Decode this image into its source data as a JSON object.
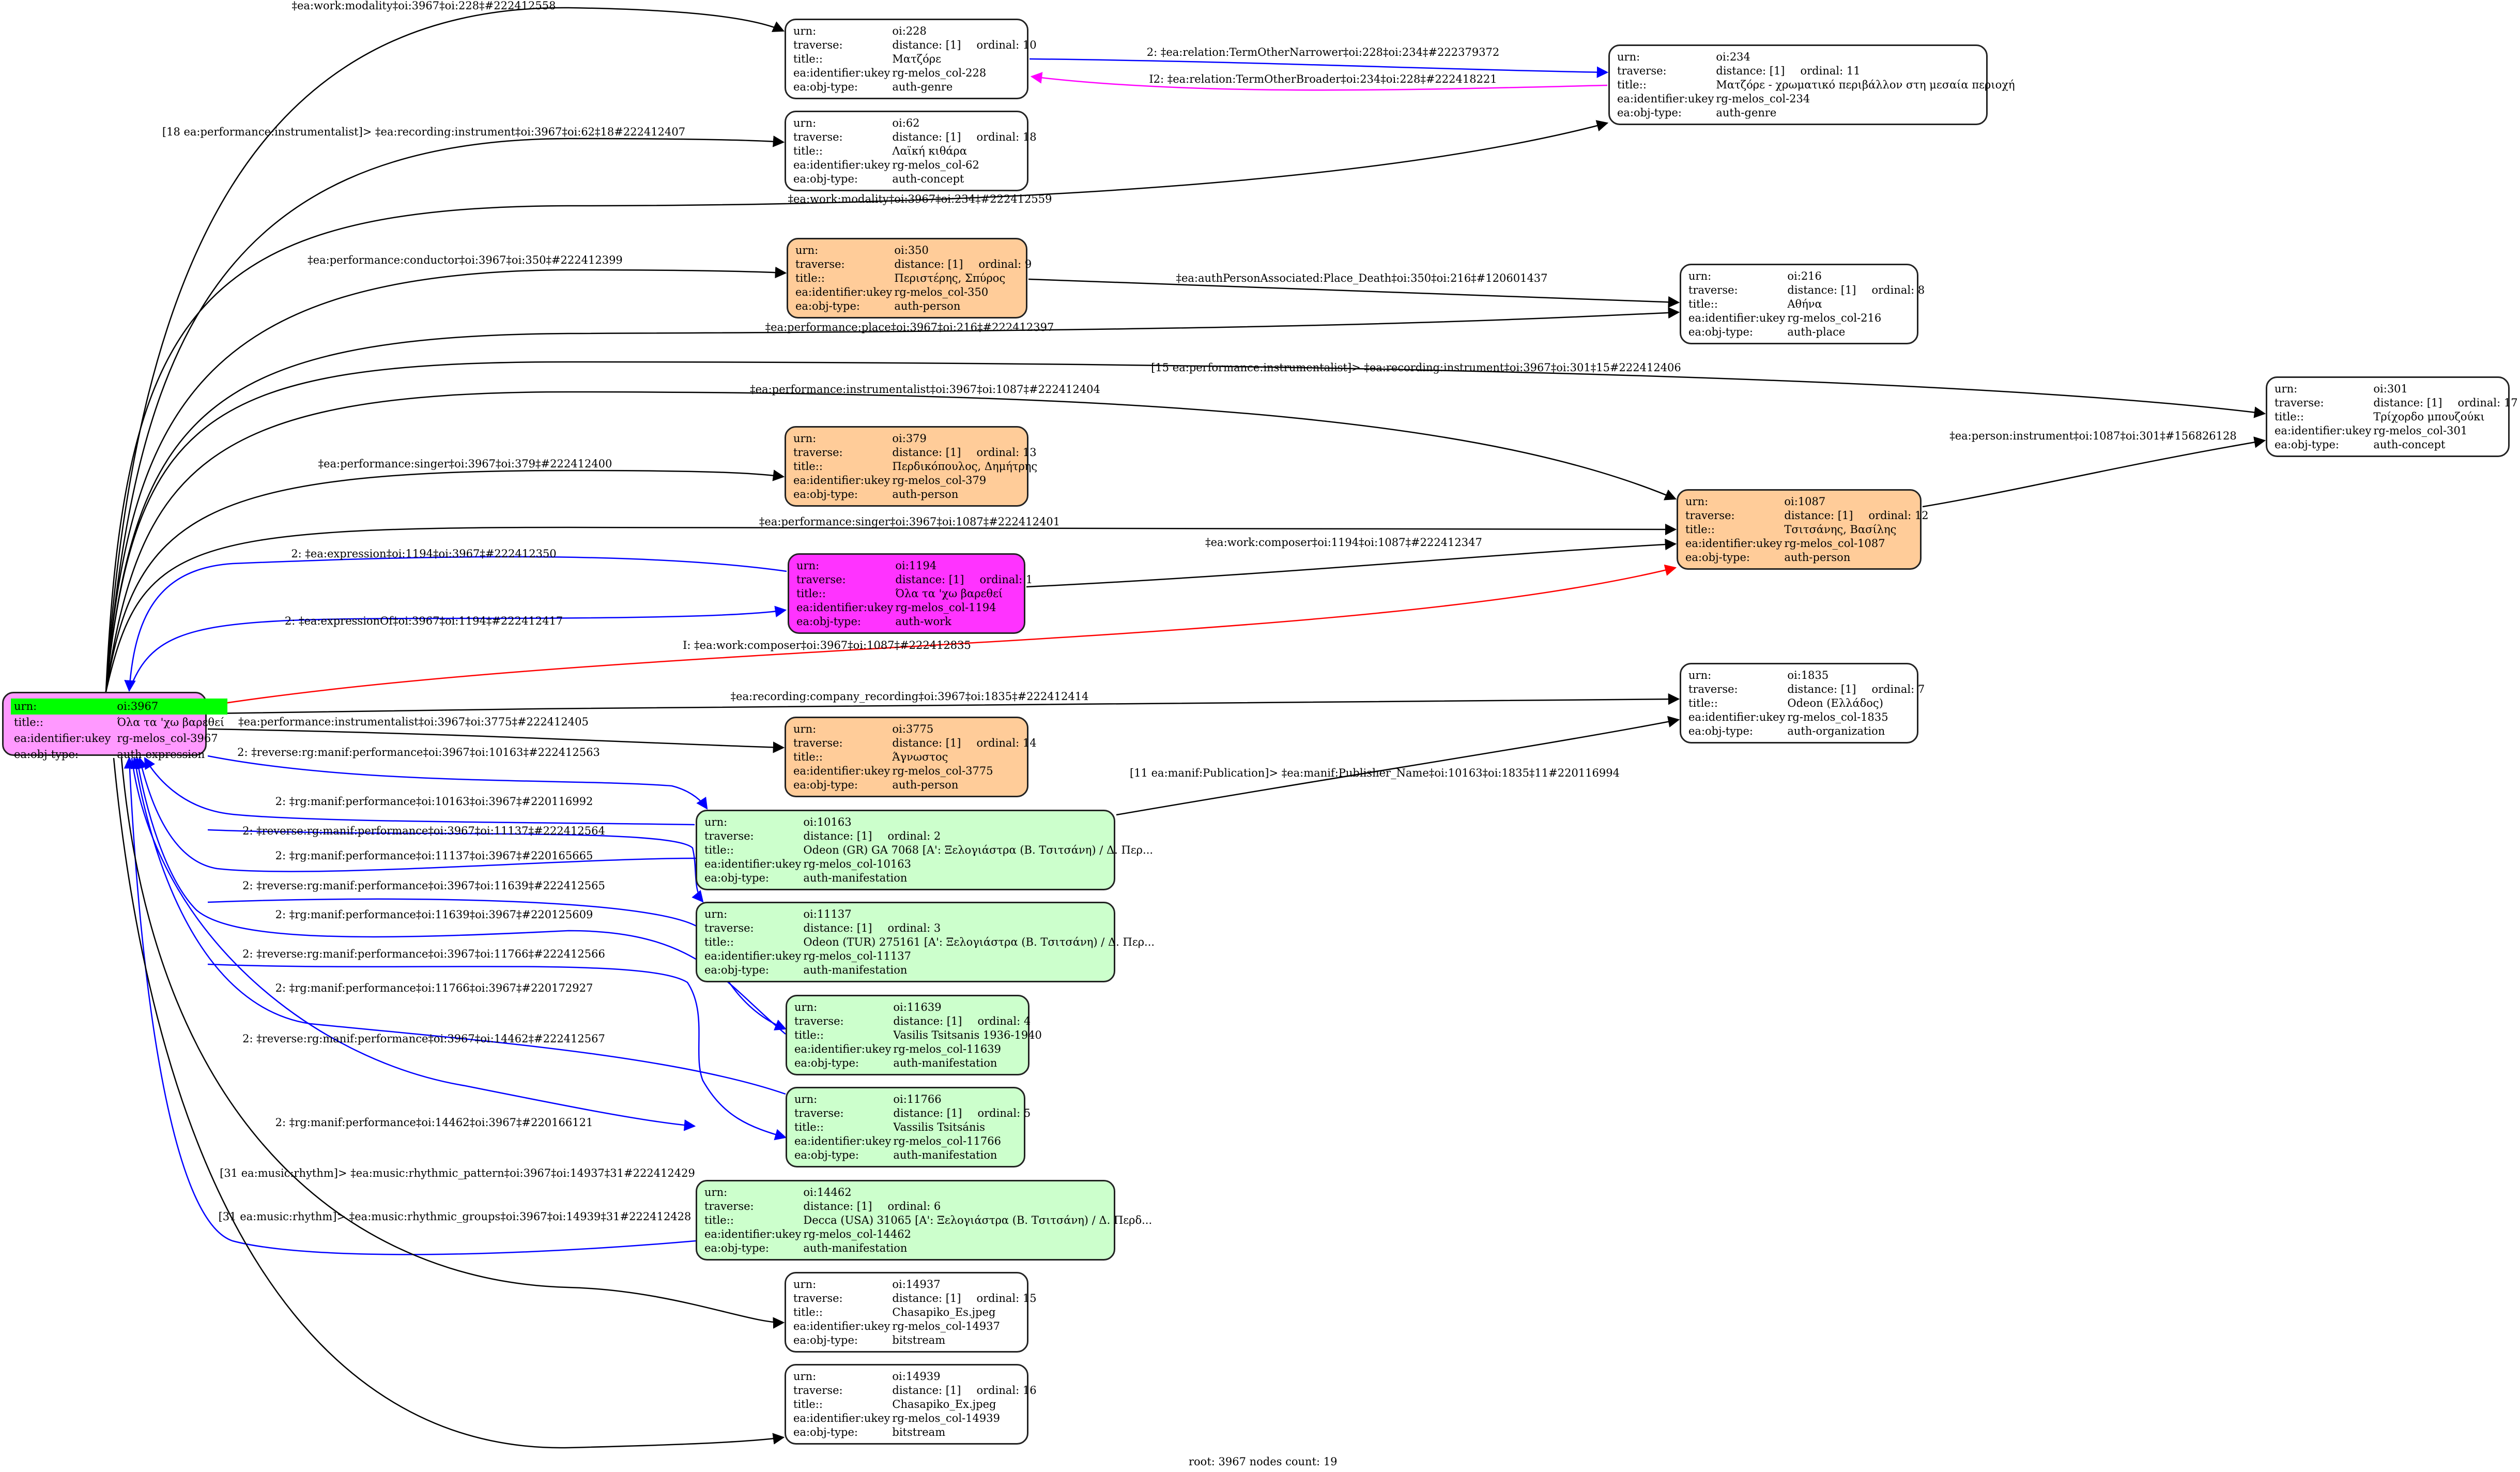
{
  "graph": {
    "footer": "root: 3967 nodes count: 19",
    "field_labels": {
      "urn": "urn:",
      "traverse": "traverse:",
      "title": "title::",
      "ukey": "ea:identifier:ukey",
      "objtype": "ea:obj-type:"
    },
    "colors": {
      "root": "#ff99ff",
      "root_highlight": "#00ff00",
      "work": "#ff33ff",
      "person": "#ffcc99",
      "manifestation": "#ccffcc",
      "default": "#ffffff",
      "edge_default": "#000000",
      "edge_reverse": "#0000ff",
      "edge_inverse": "#ff00ff",
      "edge_composer": "#ff0000"
    },
    "root": {
      "urn": "oi:3967",
      "title": "Όλα τα 'χω βαρεθεί",
      "ukey": "rg-melos_col-3967",
      "objtype": "auth-expression"
    },
    "nodes": [
      {
        "id": "228",
        "urn": "oi:228",
        "distance": "distance: [1]",
        "ordinal": "ordinal: 10",
        "title": "Ματζόρε",
        "ukey": "rg-melos_col-228",
        "objtype": "auth-genre"
      },
      {
        "id": "62",
        "urn": "oi:62",
        "distance": "distance: [1]",
        "ordinal": "ordinal: 18",
        "title": "Λαϊκή κιθάρα",
        "ukey": "rg-melos_col-62",
        "objtype": "auth-concept"
      },
      {
        "id": "234",
        "urn": "oi:234",
        "distance": "distance: [1]",
        "ordinal": "ordinal: 11",
        "title": "Ματζόρε - χρωματικό περιβάλλον στη μεσαία περιοχή",
        "ukey": "rg-melos_col-234",
        "objtype": "auth-genre"
      },
      {
        "id": "350",
        "urn": "oi:350",
        "distance": "distance: [1]",
        "ordinal": "ordinal: 9",
        "title": "Περιστέρης, Σπύρος",
        "ukey": "rg-melos_col-350",
        "objtype": "auth-person"
      },
      {
        "id": "216",
        "urn": "oi:216",
        "distance": "distance: [1]",
        "ordinal": "ordinal: 8",
        "title": "Αθήνα",
        "ukey": "rg-melos_col-216",
        "objtype": "auth-place"
      },
      {
        "id": "301",
        "urn": "oi:301",
        "distance": "distance: [1]",
        "ordinal": "ordinal: 17",
        "title": "Τρίχορδο μπουζούκι",
        "ukey": "rg-melos_col-301",
        "objtype": "auth-concept"
      },
      {
        "id": "379",
        "urn": "oi:379",
        "distance": "distance: [1]",
        "ordinal": "ordinal: 13",
        "title": "Περδικόπουλος, Δημήτρης",
        "ukey": "rg-melos_col-379",
        "objtype": "auth-person"
      },
      {
        "id": "1087",
        "urn": "oi:1087",
        "distance": "distance: [1]",
        "ordinal": "ordinal: 12",
        "title": "Τσιτσάνης, Βασίλης",
        "ukey": "rg-melos_col-1087",
        "objtype": "auth-person"
      },
      {
        "id": "1194",
        "urn": "oi:1194",
        "distance": "distance: [1]",
        "ordinal": "ordinal: 1",
        "title": "Όλα τα 'χω βαρεθεί",
        "ukey": "rg-melos_col-1194",
        "objtype": "auth-work"
      },
      {
        "id": "1835",
        "urn": "oi:1835",
        "distance": "distance: [1]",
        "ordinal": "ordinal: 7",
        "title": "Odeon (Ελλάδος)",
        "ukey": "rg-melos_col-1835",
        "objtype": "auth-organization"
      },
      {
        "id": "3775",
        "urn": "oi:3775",
        "distance": "distance: [1]",
        "ordinal": "ordinal: 14",
        "title": "Άγνωστος",
        "ukey": "rg-melos_col-3775",
        "objtype": "auth-person"
      },
      {
        "id": "10163",
        "urn": "oi:10163",
        "distance": "distance: [1]",
        "ordinal": "ordinal: 2",
        "title": "Odeon (GR) GA 7068 [A': Ξελογιάστρα (Β. Τσιτσάνη) / Δ. Περ...",
        "ukey": "rg-melos_col-10163",
        "objtype": "auth-manifestation"
      },
      {
        "id": "11137",
        "urn": "oi:11137",
        "distance": "distance: [1]",
        "ordinal": "ordinal: 3",
        "title": "Odeon (TUR) 275161 [A': Ξελογιάστρα (Β. Τσιτσάνη) / Δ. Περ...",
        "ukey": "rg-melos_col-11137",
        "objtype": "auth-manifestation"
      },
      {
        "id": "11639",
        "urn": "oi:11639",
        "distance": "distance: [1]",
        "ordinal": "ordinal: 4",
        "title": "Vasilis Tsitsanis 1936-1940",
        "ukey": "rg-melos_col-11639",
        "objtype": "auth-manifestation"
      },
      {
        "id": "11766",
        "urn": "oi:11766",
        "distance": "distance: [1]",
        "ordinal": "ordinal: 5",
        "title": "Vassilis Tsitsánis",
        "ukey": "rg-melos_col-11766",
        "objtype": "auth-manifestation"
      },
      {
        "id": "14462",
        "urn": "oi:14462",
        "distance": "distance: [1]",
        "ordinal": "ordinal: 6",
        "title": "Decca (USA) 31065 [A': Ξελογιάστρα (Β. Τσιτσάνη) / Δ. Περδ...",
        "ukey": "rg-melos_col-14462",
        "objtype": "auth-manifestation"
      },
      {
        "id": "14937",
        "urn": "oi:14937",
        "distance": "distance: [1]",
        "ordinal": "ordinal: 15",
        "title": "Chasapiko_Es.jpeg",
        "ukey": "rg-melos_col-14937",
        "objtype": "bitstream"
      },
      {
        "id": "14939",
        "urn": "oi:14939",
        "distance": "distance: [1]",
        "ordinal": "ordinal: 16",
        "title": "Chasapiko_Ex.jpeg",
        "ukey": "rg-melos_col-14939",
        "objtype": "bitstream"
      }
    ],
    "edges": [
      {
        "from": "3967",
        "to": "228",
        "kind": "default",
        "label": "‡ea:work:modality‡oi:3967‡oi:228‡#222412558"
      },
      {
        "from": "3967",
        "to": "62",
        "kind": "default",
        "label": "[18 ea:performance:instrumentalist]> ‡ea:recording:instrument‡oi:3967‡oi:62‡18#222412407"
      },
      {
        "from": "228",
        "to": "234",
        "kind": "reverse",
        "label": "2: ‡ea:relation:TermOtherNarrower‡oi:228‡oi:234‡#222379372"
      },
      {
        "from": "234",
        "to": "228",
        "kind": "inverse",
        "label": "I2: ‡ea:relation:TermOtherBroader‡oi:234‡oi:228‡#222418221"
      },
      {
        "from": "3967",
        "to": "234",
        "kind": "default",
        "label": "‡ea:work:modality‡oi:3967‡oi:234‡#222412559"
      },
      {
        "from": "3967",
        "to": "350",
        "kind": "default",
        "label": "‡ea:performance:conductor‡oi:3967‡oi:350‡#222412399"
      },
      {
        "from": "350",
        "to": "216",
        "kind": "default",
        "label": "‡ea:authPersonAssociated:Place_Death‡oi:350‡oi:216‡#120601437"
      },
      {
        "from": "3967",
        "to": "216",
        "kind": "default",
        "label": "‡ea:performance:place‡oi:3967‡oi:216‡#222412397"
      },
      {
        "from": "3967",
        "to": "301",
        "kind": "default",
        "label": "[15 ea:performance:instrumentalist]> ‡ea:recording:instrument‡oi:3967‡oi:301‡15#222412406"
      },
      {
        "from": "3967",
        "to": "1087",
        "kind": "default",
        "label": "‡ea:performance:instrumentalist‡oi:3967‡oi:1087‡#222412404"
      },
      {
        "from": "1087",
        "to": "301",
        "kind": "default",
        "label": "‡ea:person:instrument‡oi:1087‡oi:301‡#156826128"
      },
      {
        "from": "3967",
        "to": "379",
        "kind": "default",
        "label": "‡ea:performance:singer‡oi:3967‡oi:379‡#222412400"
      },
      {
        "from": "3967",
        "to": "1087",
        "kind": "default",
        "label": "‡ea:performance:singer‡oi:3967‡oi:1087‡#222412401"
      },
      {
        "from": "1194",
        "to": "3967",
        "kind": "reverse",
        "label": "2: ‡ea:expression‡oi:1194‡oi:3967‡#222412350"
      },
      {
        "from": "1194",
        "to": "1087",
        "kind": "default",
        "label": "‡ea:work:composer‡oi:1194‡oi:1087‡#222412347"
      },
      {
        "from": "3967",
        "to": "1194",
        "kind": "reverse",
        "label": "2: ‡ea:expressionOf‡oi:3967‡oi:1194‡#222412417"
      },
      {
        "from": "3967",
        "to": "1087",
        "kind": "composer",
        "label": "I: ‡ea:work:composer‡oi:3967‡oi:1087‡#222412835"
      },
      {
        "from": "3967",
        "to": "1835",
        "kind": "default",
        "label": "‡ea:recording:company_recording‡oi:3967‡oi:1835‡#222412414"
      },
      {
        "from": "3967",
        "to": "3775",
        "kind": "default",
        "label": "‡ea:performance:instrumentalist‡oi:3967‡oi:3775‡#222412405"
      },
      {
        "from": "10163",
        "to": "1835",
        "kind": "default",
        "label": "[11 ea:manif:Publication]> ‡ea:manif:Publisher_Name‡oi:10163‡oi:1835‡11#220116994"
      },
      {
        "from": "3967",
        "to": "10163",
        "kind": "reverse",
        "label": "2: ‡reverse:rg:manif:performance‡oi:3967‡oi:10163‡#222412563"
      },
      {
        "from": "10163",
        "to": "3967",
        "kind": "reverse",
        "label": "2: ‡rg:manif:performance‡oi:10163‡oi:3967‡#220116992"
      },
      {
        "from": "3967",
        "to": "11137",
        "kind": "reverse",
        "label": "2: ‡reverse:rg:manif:performance‡oi:3967‡oi:11137‡#222412564"
      },
      {
        "from": "11137",
        "to": "3967",
        "kind": "reverse",
        "label": "2: ‡rg:manif:performance‡oi:11137‡oi:3967‡#220165665"
      },
      {
        "from": "3967",
        "to": "11639",
        "kind": "reverse",
        "label": "2: ‡reverse:rg:manif:performance‡oi:3967‡oi:11639‡#222412565"
      },
      {
        "from": "11639",
        "to": "3967",
        "kind": "reverse",
        "label": "2: ‡rg:manif:performance‡oi:11639‡oi:3967‡#220125609"
      },
      {
        "from": "3967",
        "to": "11766",
        "kind": "reverse",
        "label": "2: ‡reverse:rg:manif:performance‡oi:3967‡oi:11766‡#222412566"
      },
      {
        "from": "11766",
        "to": "3967",
        "kind": "reverse",
        "label": "2: ‡rg:manif:performance‡oi:11766‡oi:3967‡#220172927"
      },
      {
        "from": "3967",
        "to": "14462",
        "kind": "reverse",
        "label": "2: ‡reverse:rg:manif:performance‡oi:3967‡oi:14462‡#222412567"
      },
      {
        "from": "14462",
        "to": "3967",
        "kind": "reverse",
        "label": "2: ‡rg:manif:performance‡oi:14462‡oi:3967‡#220166121"
      },
      {
        "from": "3967",
        "to": "14937",
        "kind": "default",
        "label": "[31 ea:music:rhythm]> ‡ea:music:rhythmic_pattern‡oi:3967‡oi:14937‡31#222412429"
      },
      {
        "from": "3967",
        "to": "14939",
        "kind": "default",
        "label": "[31 ea:music:rhythm]> ‡ea:music:rhythmic_groups‡oi:3967‡oi:14939‡31#222412428"
      }
    ]
  }
}
